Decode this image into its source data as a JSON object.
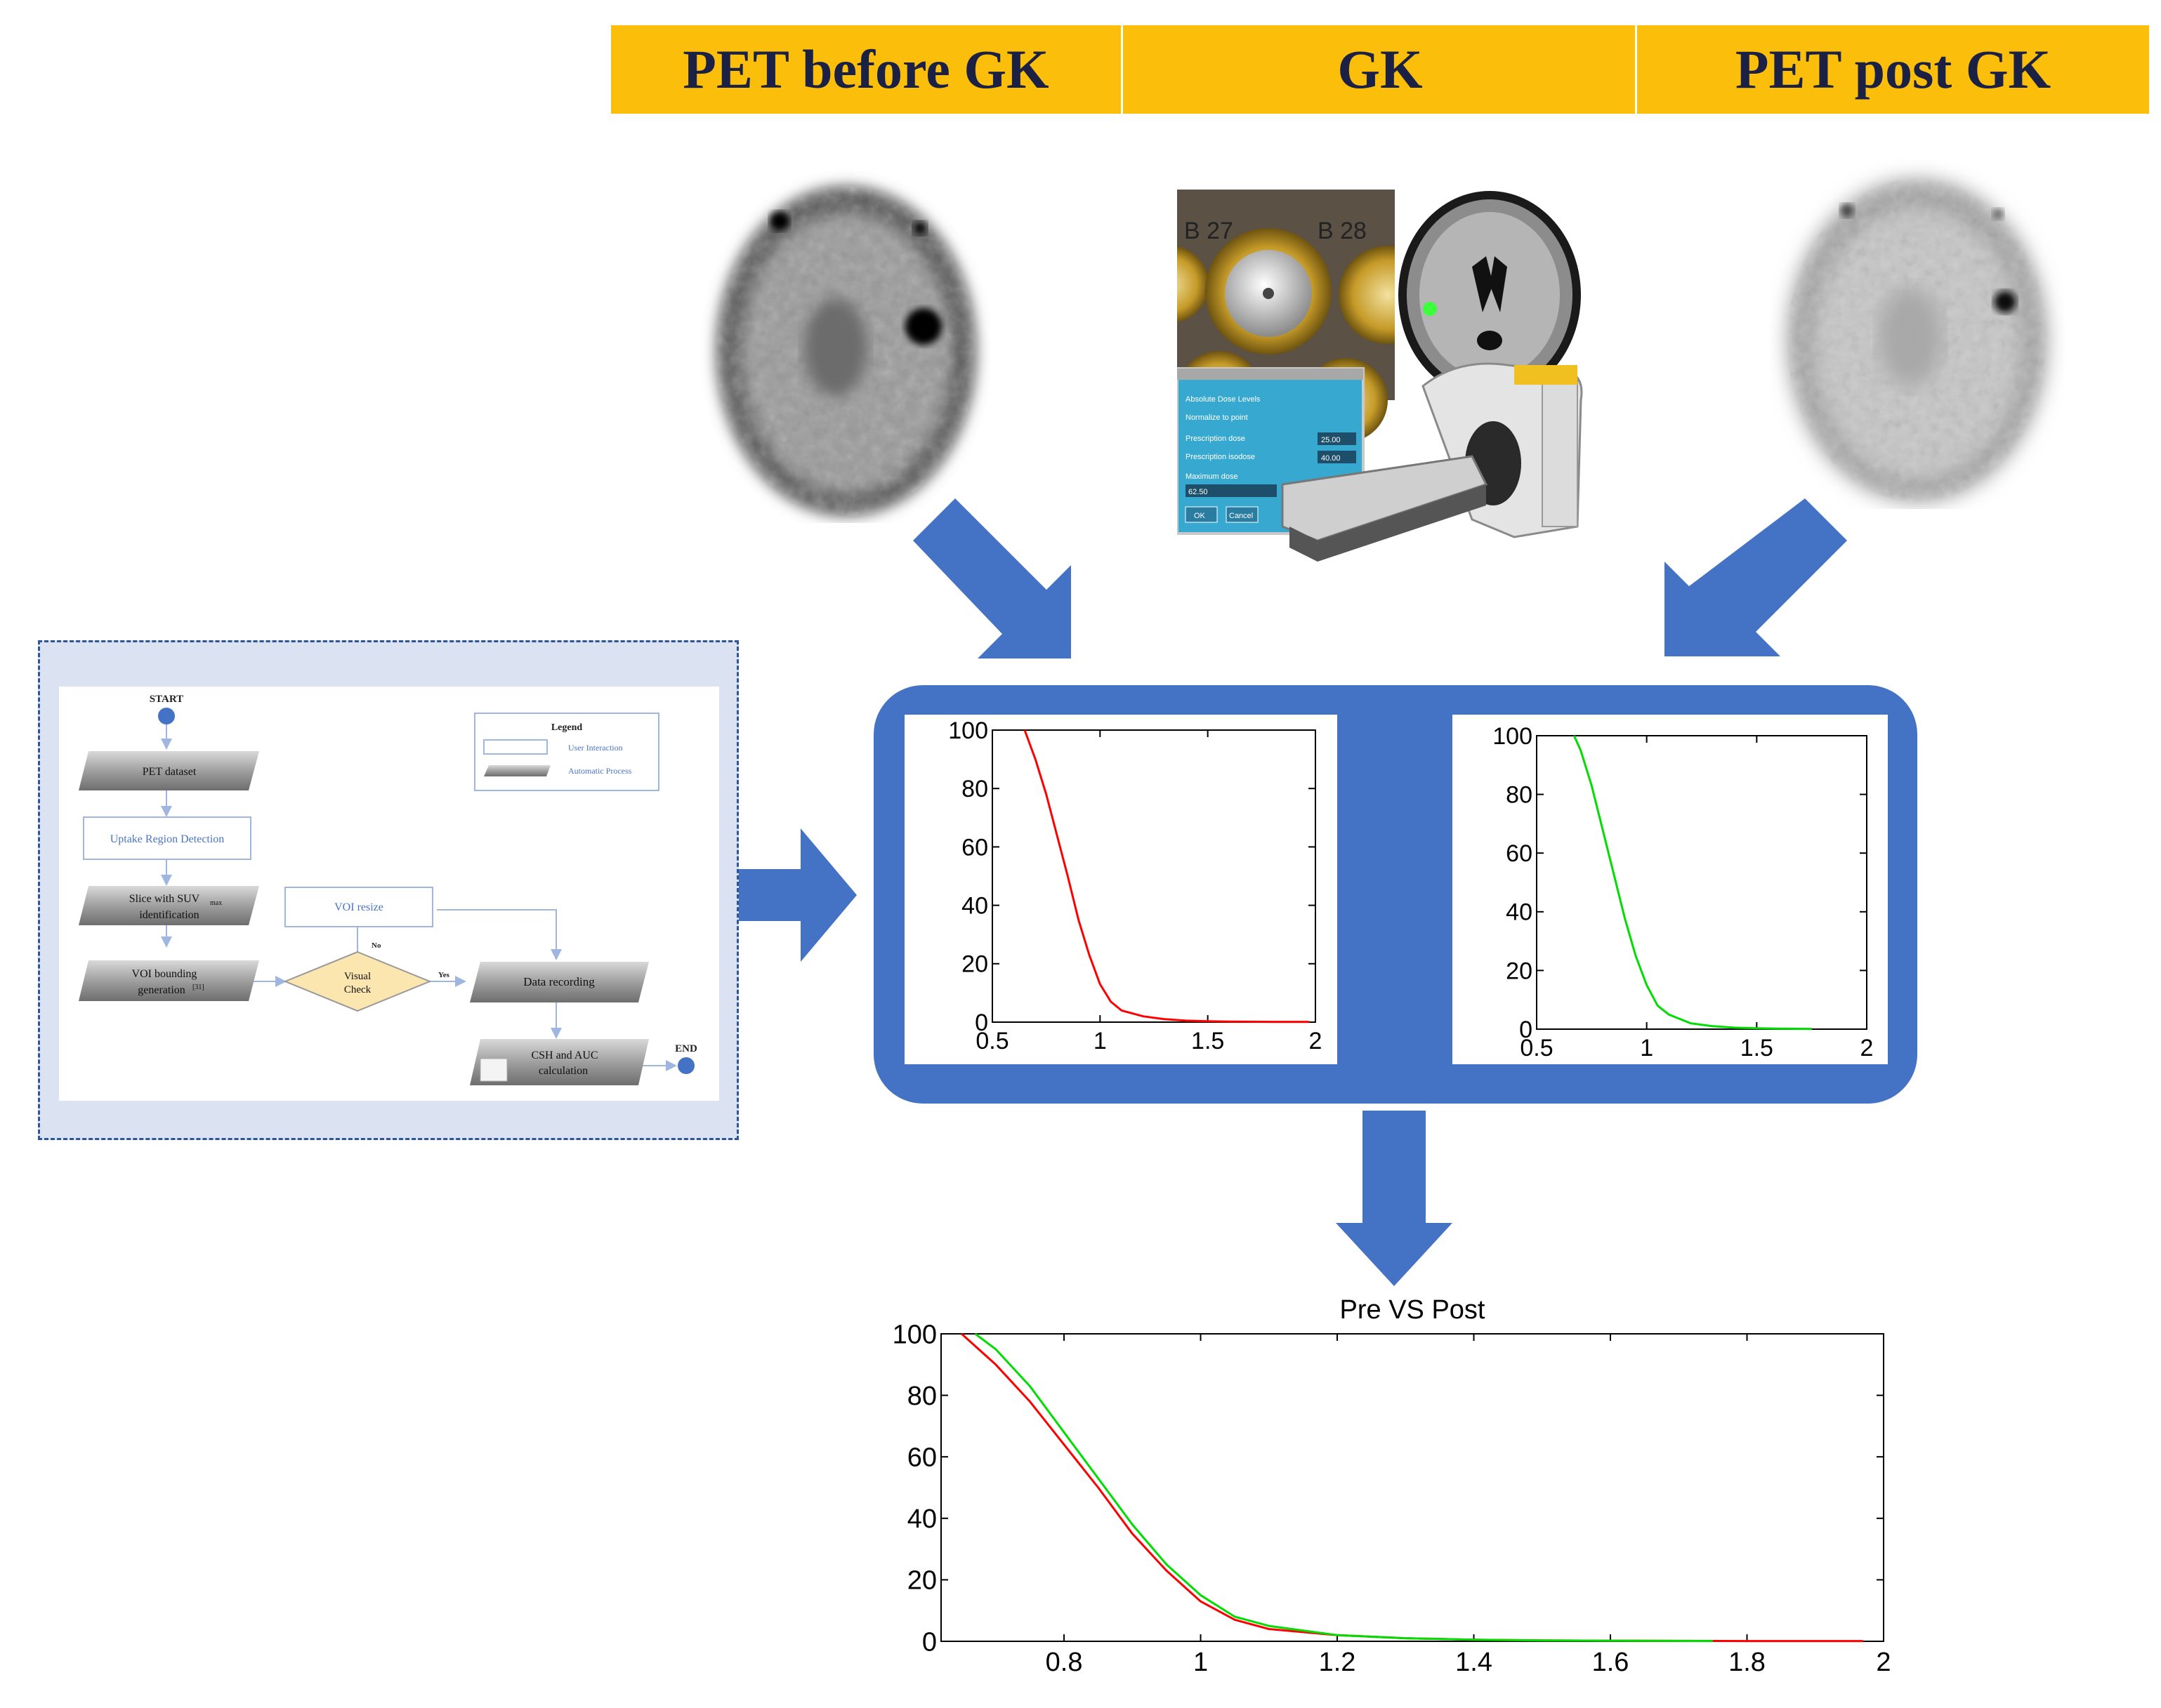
{
  "headers": [
    "PET before GK",
    "GK",
    "PET post GK"
  ],
  "colors": {
    "header_bg": "#fbbf0b",
    "header_text": "#1b2145",
    "arrow": "#4472c4",
    "panel": "#4472c4",
    "pre_curve": "#ff0000",
    "post_curve": "#00dd00"
  },
  "gk_image": {
    "labels": [
      "B 27",
      "B 28"
    ],
    "dialog_lines": [
      "Absolute Dose Levels",
      "Normalize to point",
      "Prescription dose",
      "Prescription isodose",
      "Maximum dose"
    ],
    "dialog_values": [
      "25.00",
      "40.00",
      "62.50"
    ],
    "dialog_buttons": [
      "OK",
      "Cancel"
    ]
  },
  "flowchart": {
    "start": "START",
    "end": "END",
    "legend_title": "Legend",
    "legend_items": [
      "User Interaction",
      "Automatic Process"
    ],
    "steps": {
      "pet_dataset": "PET dataset",
      "uptake": "Uptake Region Detection",
      "slice1": "Slice with SUV",
      "slice_sub": "max",
      "slice2": "identification",
      "voi1": "VOI bounding",
      "voi2": "generation",
      "voi_ref": "[31]",
      "visual1": "Visual",
      "visual2": "Check",
      "voi_resize": "VOI resize",
      "no": "No",
      "yes": "Yes",
      "data_recording": "Data recording",
      "csh1": "CSH and AUC",
      "csh2": "calculation"
    }
  },
  "chart_data": [
    {
      "type": "line",
      "xlim": [
        0.5,
        2
      ],
      "ylim": [
        0,
        100
      ],
      "xticks": [
        "0.5",
        "1",
        "1.5",
        "2"
      ],
      "yticks": [
        "0",
        "20",
        "40",
        "60",
        "80",
        "100"
      ],
      "series": [
        {
          "color": "#ff0000",
          "x": [
            0.65,
            0.7,
            0.75,
            0.8,
            0.85,
            0.9,
            0.95,
            1.0,
            1.05,
            1.1,
            1.2,
            1.3,
            1.4,
            1.5,
            1.6,
            1.8,
            1.97
          ],
          "y": [
            100,
            90,
            78,
            64,
            50,
            35,
            23,
            13,
            7,
            4,
            2,
            1,
            0.5,
            0.3,
            0.2,
            0.1,
            0.1
          ]
        }
      ]
    },
    {
      "type": "line",
      "xlim": [
        0.5,
        2
      ],
      "ylim": [
        0,
        100
      ],
      "xticks": [
        "0.5",
        "1",
        "1.5",
        "2"
      ],
      "yticks": [
        "0",
        "20",
        "40",
        "60",
        "80",
        "100"
      ],
      "series": [
        {
          "color": "#00dd00",
          "x": [
            0.67,
            0.7,
            0.75,
            0.8,
            0.85,
            0.9,
            0.95,
            1.0,
            1.05,
            1.1,
            1.2,
            1.3,
            1.4,
            1.5,
            1.6,
            1.75
          ],
          "y": [
            100,
            95,
            83,
            68,
            53,
            38,
            25,
            15,
            8,
            5,
            2,
            1,
            0.5,
            0.3,
            0.2,
            0.1
          ]
        }
      ]
    },
    {
      "type": "line",
      "title": "Pre VS Post",
      "xlim": [
        0.62,
        2
      ],
      "ylim": [
        0,
        100
      ],
      "xticks": [
        "0.8",
        "1",
        "1.2",
        "1.4",
        "1.6",
        "1.8",
        "2"
      ],
      "yticks": [
        "0",
        "20",
        "40",
        "60",
        "80",
        "100"
      ],
      "series": [
        {
          "color": "#ff0000",
          "x": [
            0.65,
            0.7,
            0.75,
            0.8,
            0.85,
            0.9,
            0.95,
            1.0,
            1.05,
            1.1,
            1.2,
            1.3,
            1.4,
            1.5,
            1.6,
            1.8,
            1.97
          ],
          "y": [
            100,
            90,
            78,
            64,
            50,
            35,
            23,
            13,
            7,
            4,
            2,
            1,
            0.5,
            0.3,
            0.2,
            0.1,
            0.1
          ]
        },
        {
          "color": "#00dd00",
          "x": [
            0.67,
            0.7,
            0.75,
            0.8,
            0.85,
            0.9,
            0.95,
            1.0,
            1.05,
            1.1,
            1.2,
            1.3,
            1.4,
            1.5,
            1.6,
            1.75
          ],
          "y": [
            100,
            95,
            83,
            68,
            53,
            38,
            25,
            15,
            8,
            5,
            2,
            1,
            0.5,
            0.3,
            0.2,
            0.1
          ]
        }
      ]
    }
  ]
}
